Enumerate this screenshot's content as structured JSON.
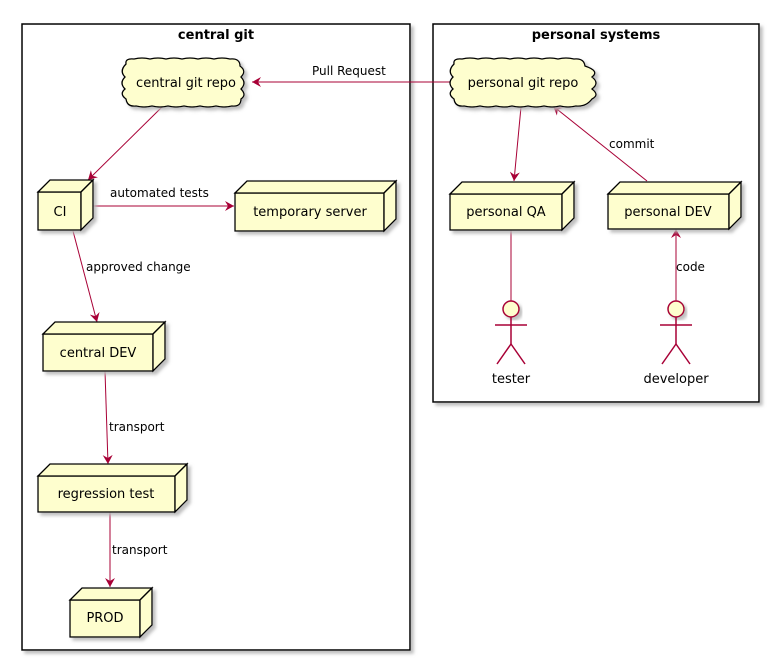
{
  "colors": {
    "node_fill": "#FEFECE",
    "node_stroke": "#000000",
    "arrow": "#A80036",
    "shadow": "#C8C8C8"
  },
  "packages": {
    "central": {
      "title": "central git"
    },
    "personal": {
      "title": "personal systems"
    }
  },
  "nodes": {
    "central_repo": "central git repo",
    "ci": "CI",
    "temp_server": "temporary server",
    "central_dev": "central DEV",
    "regression_test": "regression test",
    "prod": "PROD",
    "personal_repo": "personal git repo",
    "personal_qa": "personal QA",
    "personal_dev": "personal DEV"
  },
  "actors": {
    "tester": "tester",
    "developer": "developer"
  },
  "edges": {
    "pull_request": "Pull Request",
    "automated_tests": "automated tests",
    "approved_change": "approved change",
    "transport_1": "transport",
    "transport_2": "transport",
    "commit": "commit",
    "code": "code"
  }
}
